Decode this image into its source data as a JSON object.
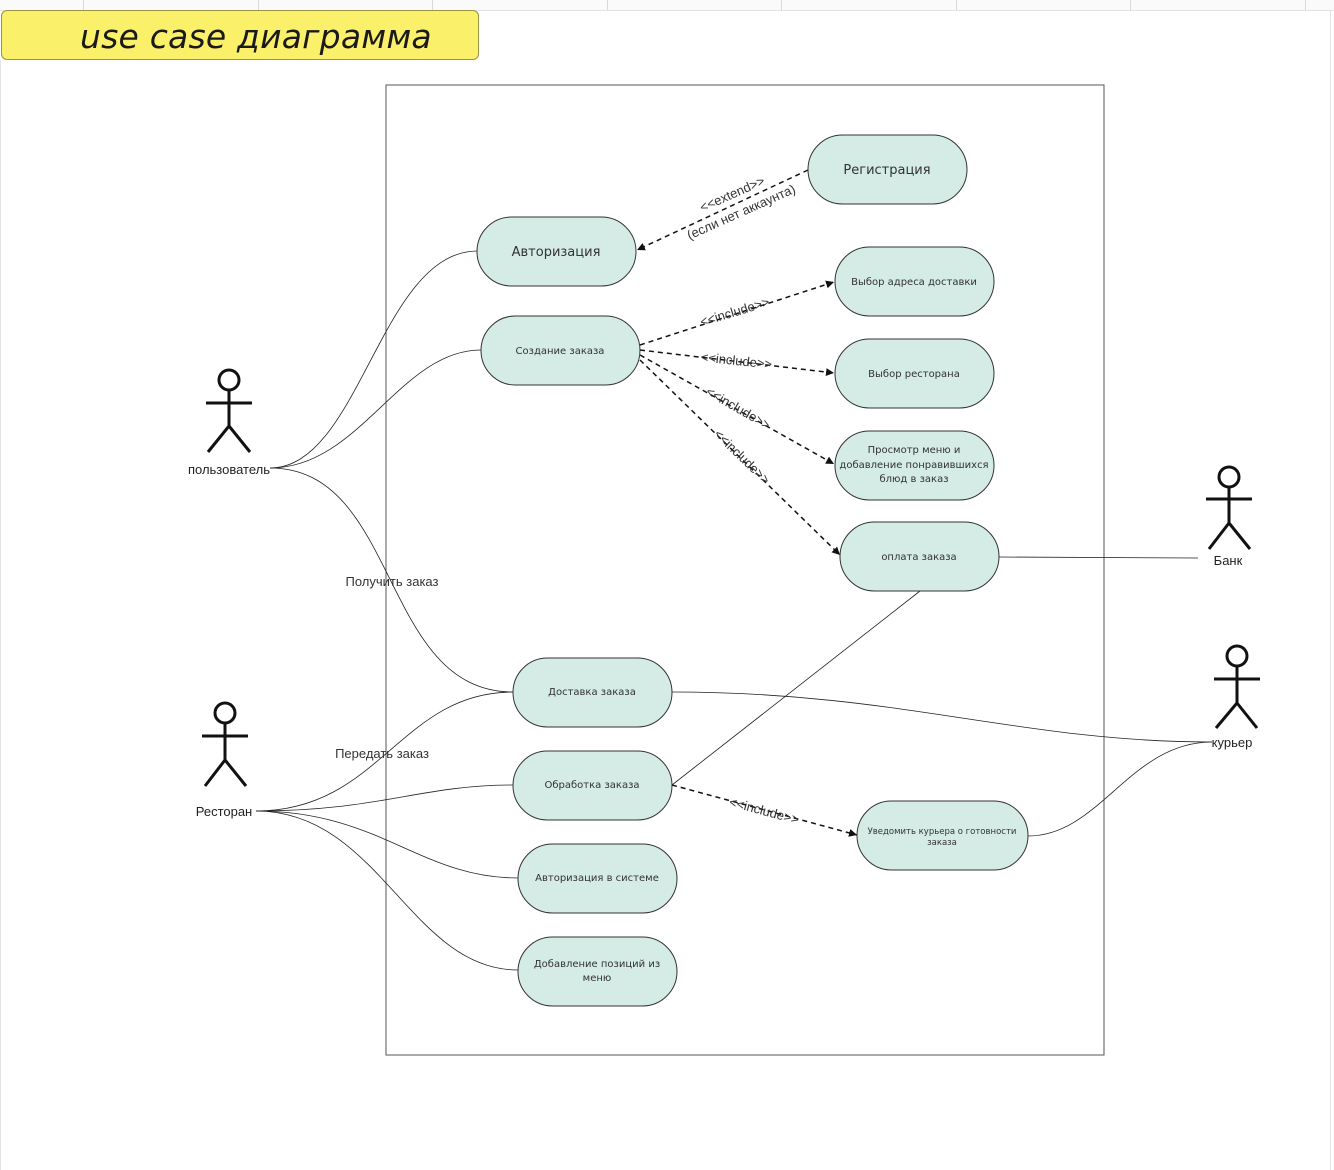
{
  "title": "use case диаграмма",
  "actors": {
    "user": "пользователь",
    "restaurant": "Ресторан",
    "bank": "Банк",
    "courier": "курьер"
  },
  "use_cases": {
    "registration": "Регистрация",
    "authorization": "Авторизация",
    "create_order": "Создание заказа",
    "choose_address": "Выбор адреса доставки",
    "choose_restaurant": "Выбор ресторана",
    "menu_line1": "Просмотр меню и",
    "menu_line2": "добавление понравившихся",
    "menu_line3": "блюд в заказ",
    "payment": "оплата заказа",
    "delivery": "Доставка заказа",
    "processing": "Обработка заказа",
    "system_auth": "Авторизация в системе",
    "add_menu_line1": "Добавление позиций из",
    "add_menu_line2": "меню",
    "notify_line1": "Уведомить курьера о готовности",
    "notify_line2": "заказа"
  },
  "relations": {
    "extend": "<<extend>>",
    "extend_condition": "(если нет аккаунта)",
    "include": "<<include>>",
    "get_order": "Получить заказ",
    "hand_over": "Передать заказ"
  }
}
